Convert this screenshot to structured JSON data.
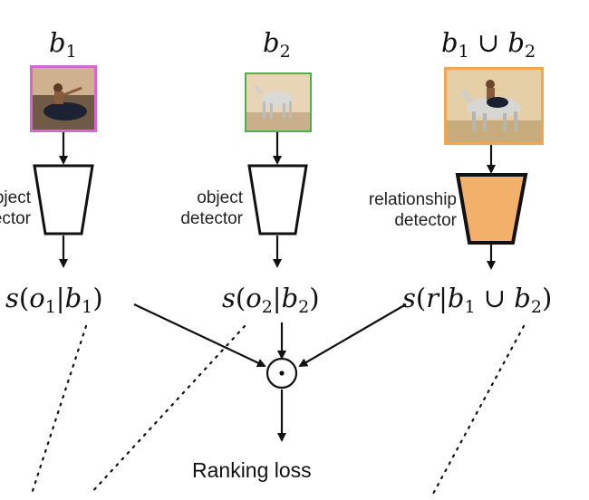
{
  "columns": [
    {
      "title_var": "b",
      "title_sub": "1",
      "frame_color": "#d566d2",
      "detector_line1": "object",
      "detector_line2": "detector",
      "score": {
        "var": "o",
        "var_sub": "1",
        "cond": "b",
        "cond_sub": "1"
      }
    },
    {
      "title_var": "b",
      "title_sub": "2",
      "frame_color": "#4fb04f",
      "detector_line1": "object",
      "detector_line2": "detector",
      "score": {
        "var": "o",
        "var_sub": "2",
        "cond": "b",
        "cond_sub": "2"
      }
    },
    {
      "title_var": "b",
      "title_sub": "1",
      "title_union": "∪",
      "title_var2": "b",
      "title_sub2": "2",
      "frame_color": "#f3a64f",
      "detector_fill": "#f3b06a",
      "detector_line1": "relationship",
      "detector_line2": "detector",
      "score": {
        "var": "r",
        "cond": "b",
        "cond_sub": "1",
        "union": "∪",
        "cond2": "b",
        "cond2_sub": "2"
      }
    }
  ],
  "score_fn": "s",
  "combine_symbol": "·",
  "output_label": "Ranking loss"
}
